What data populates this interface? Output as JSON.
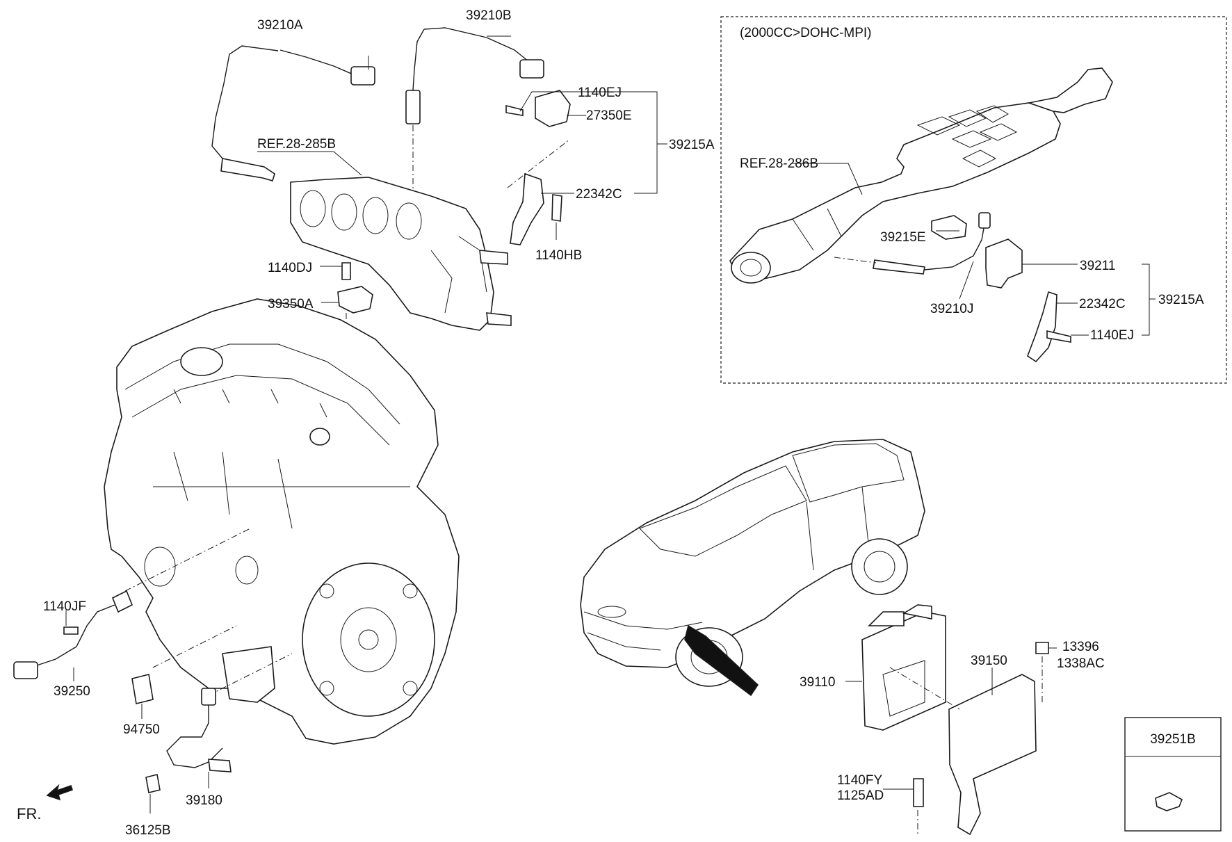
{
  "inset_title": "(2000CC>DOHC-MPI)",
  "front_indicator": "FR.",
  "legend_box": {
    "label": "39251B"
  },
  "labels": {
    "p39210A": "39210A",
    "p39210B": "39210B",
    "p1140EJ_top": "1140EJ",
    "p27350E": "27350E",
    "p39215A_top": "39215A",
    "p22342C_top": "22342C",
    "p1140HB": "1140HB",
    "ref_28_285B": "REF.28-285B",
    "p1140DJ": "1140DJ",
    "p39350A": "39350A",
    "ref_28_286B": "REF.28-286B",
    "p39215E": "39215E",
    "p39211": "39211",
    "p22342C_inset": "22342C",
    "p39215A_inset": "39215A",
    "p39210J": "39210J",
    "p1140EJ_inset": "1140EJ",
    "p1140JF": "1140JF",
    "p39250": "39250",
    "p94750": "94750",
    "p39180": "39180",
    "p36125B": "36125B",
    "p39110": "39110",
    "p39150": "39150",
    "p13396": "13396",
    "p1338AC": "1338AC",
    "p1140FY": "1140FY",
    "p1125AD": "1125AD"
  }
}
